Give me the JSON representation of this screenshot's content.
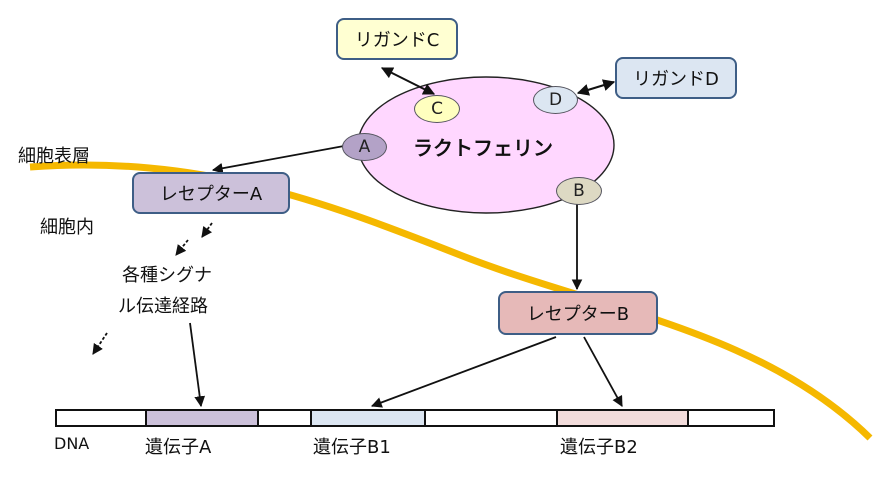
{
  "labels": {
    "cell_surface": "細胞表層",
    "intracellular": "細胞内",
    "lactoferrin": "ラクトフェリン",
    "signal_line1": "各種シグナ",
    "signal_line2": "ル伝達経路",
    "dna": "DNA"
  },
  "boxes": {
    "ligand_c": "リガンドC",
    "ligand_d": "リガンドD",
    "receptor_a": "レセプターA",
    "receptor_b": "レセプターB"
  },
  "sites": {
    "a": "A",
    "b": "B",
    "c": "C",
    "d": "D"
  },
  "genes": {
    "a": "遺伝子A",
    "b1": "遺伝子B1",
    "b2": "遺伝子B2"
  },
  "colors": {
    "membrane": "#f5b800",
    "ligand_c_fill": "#ffffd2",
    "ligand_d_fill": "#dce6f2",
    "receptor_a_fill": "#ccc1da",
    "receptor_b_fill": "#e6b9b8",
    "lactoferrin_fill": "#ffd7ff",
    "site_a_fill": "#b3a2c7",
    "site_b_fill": "#ddd9c3",
    "site_c_fill": "#ffffbf",
    "site_d_fill": "#dce6f2",
    "gene_a_fill": "#ccc1da",
    "gene_b1_fill": "#dce6f2",
    "gene_b2_fill": "#f2dcdb"
  }
}
